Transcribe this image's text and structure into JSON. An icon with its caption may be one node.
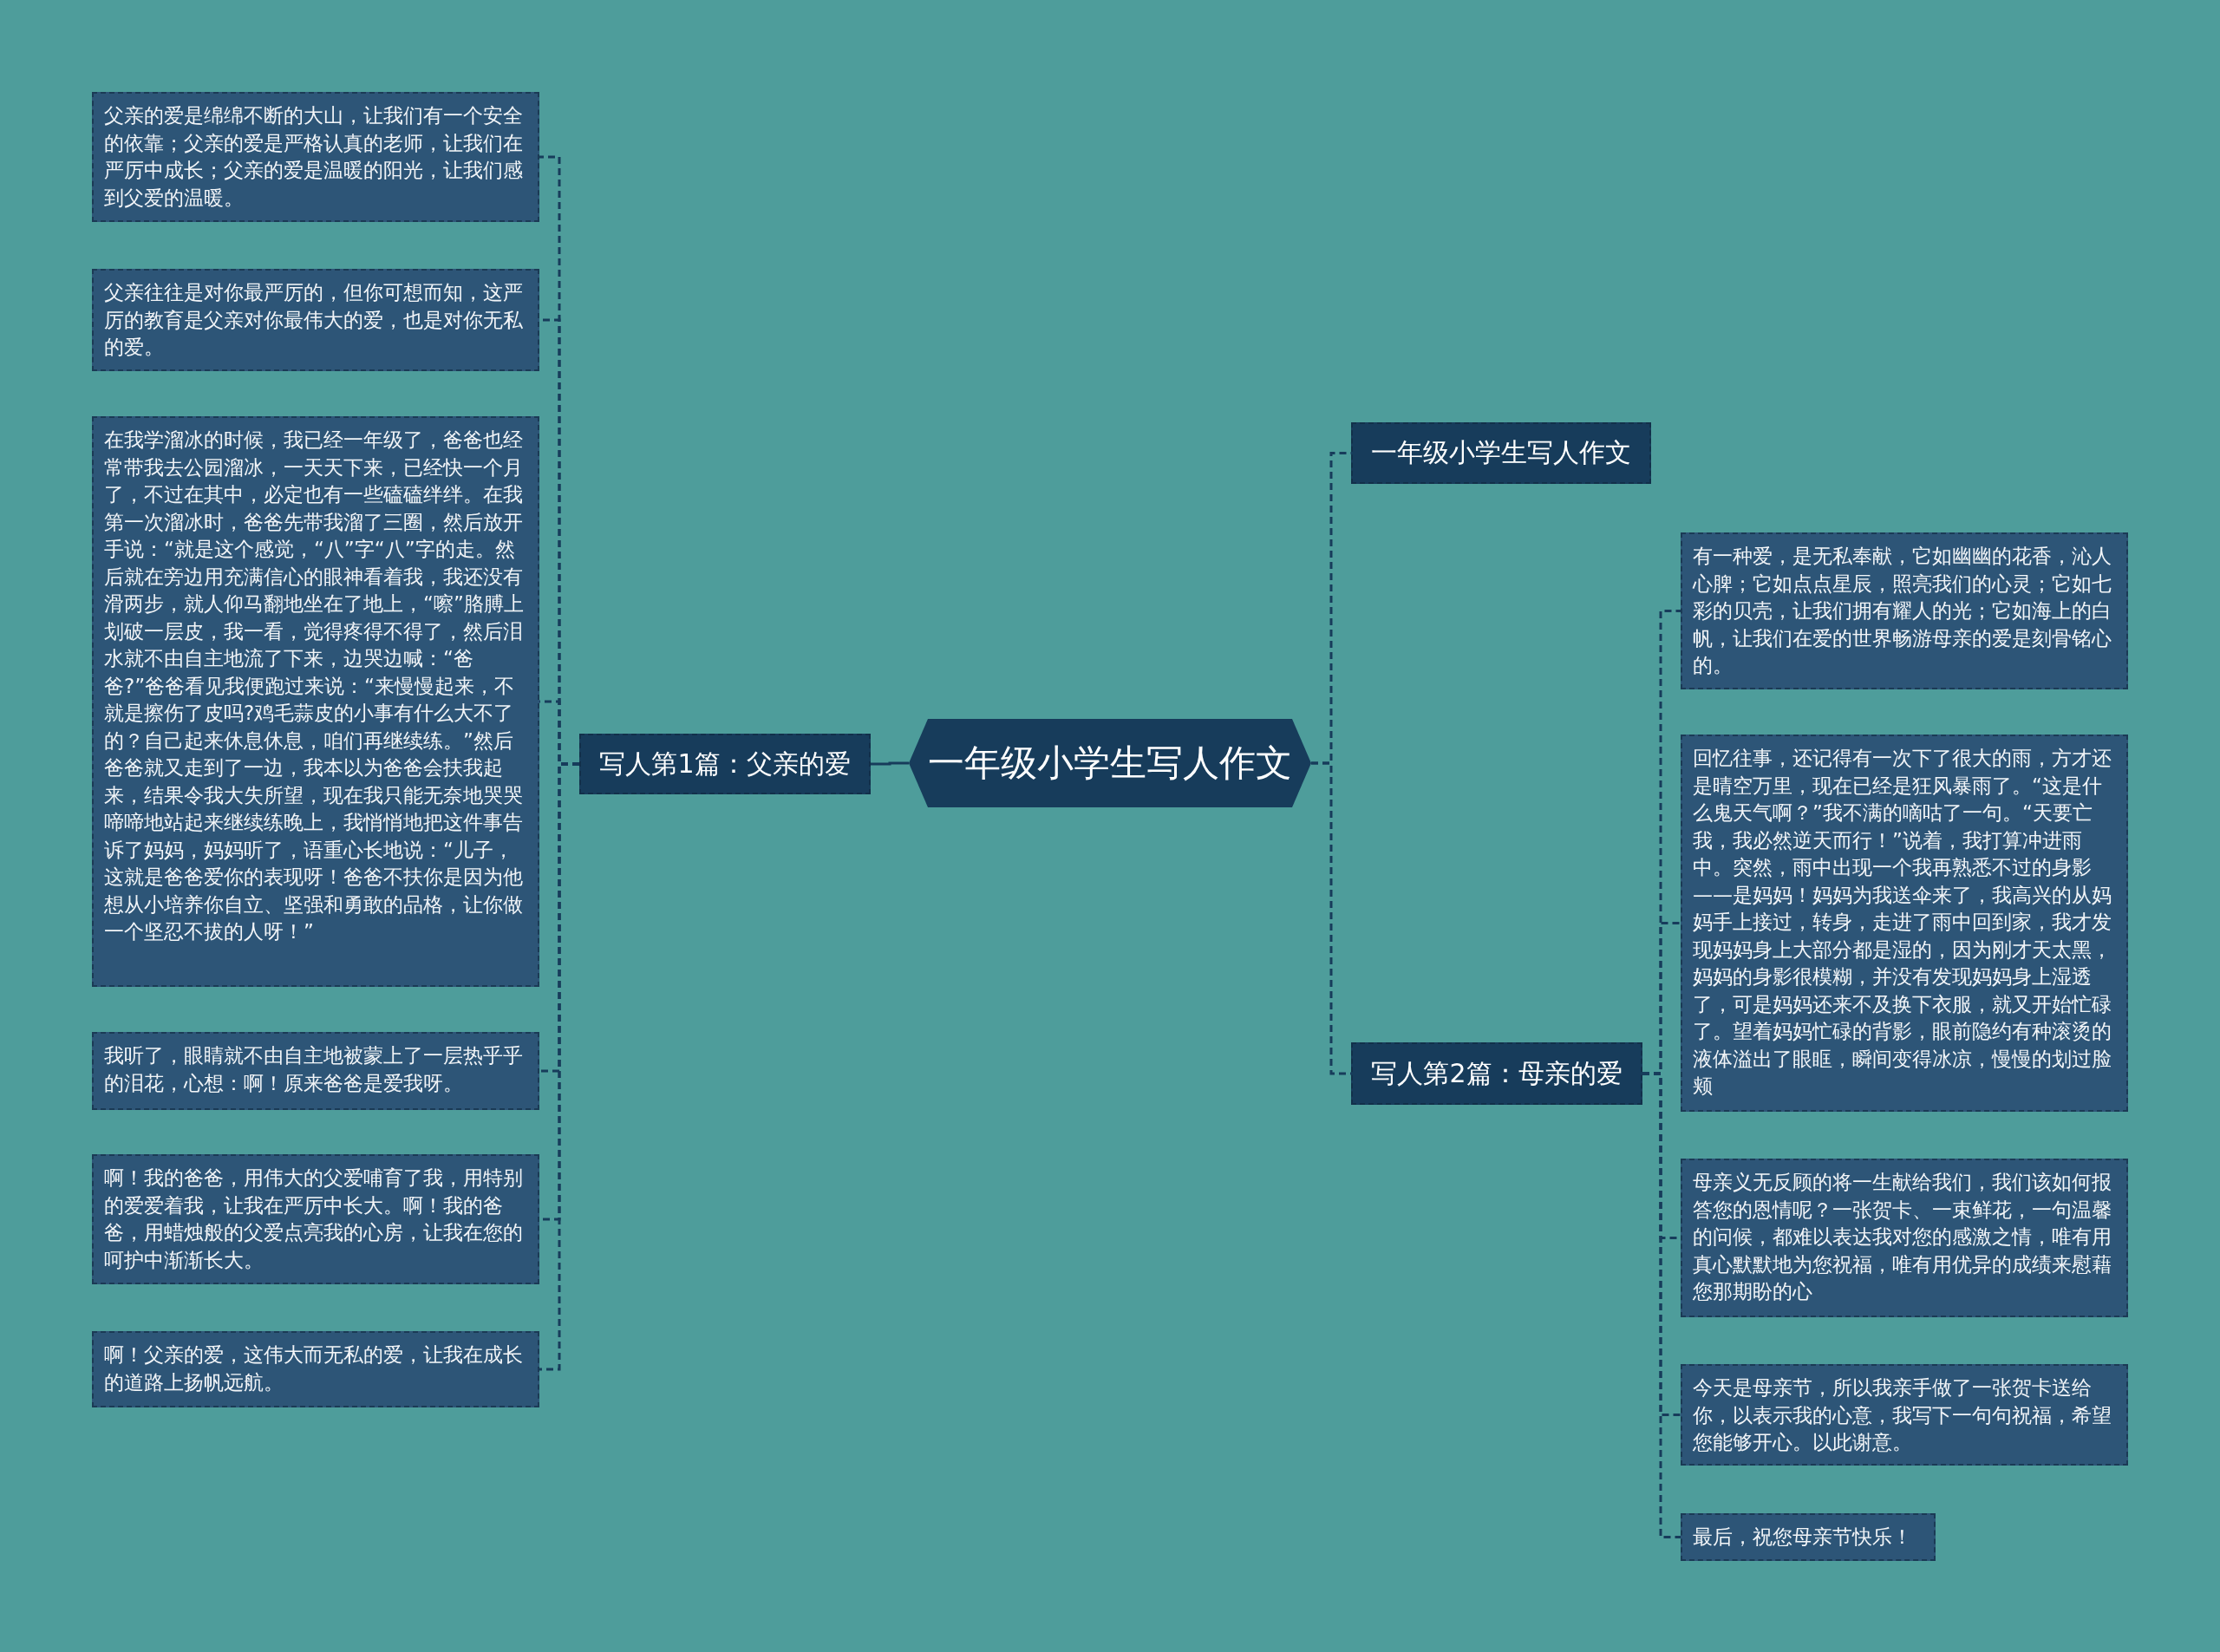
{
  "diagram": {
    "nodes": [
      {
        "text": [
          "一年级小学生写人作文"
        ]
      },
      {
        "text": [
          "写人第1篇：父亲的爱"
        ]
      },
      {
        "text": [
          "父亲的爱是绵绵不断的大山，让我们有一个安全的依靠；父亲的爱是严格认真的老师，让我们在严厉中成长；父亲的爱是温暖的阳光，让我们感到父爱的温暖。"
        ]
      },
      {
        "text": [
          "父亲往往是对你最严厉的，但你可想而知，这严厉的教育是父亲对你最伟大的爱，也是对你无私的爱。"
        ]
      },
      {
        "text": [
          "在我学溜冰的时候，我已经一年级了，爸爸也经常带我去公园溜冰，一天天下来，已经快一个月了，不过在其中，必定也有一些磕磕绊绊。在我第一次溜冰时，爸爸先带我溜了三圈，然后放开手说：“就是这个感觉，“八”字“八”字的走。然后就在旁边用充满信心的眼神看着我，我还没有滑两步，就人仰马翻地坐在了地上，“嚓”胳膊上划破一层皮，我一看，觉得疼得不得了，然后泪水就不由自主地流了下来，边哭边喊：“爸爸?”爸爸看见我便跑过来说：“来慢慢起来，不就是擦伤了皮吗?鸡毛蒜皮的小事有什么大不了的？自己起来休息休息，咱们再继续练。”然后爸爸就又走到了一边，我本以为爸爸会扶我起来，结果令我大失所望，现在我只能无奈地哭哭啼啼地站起来继续练晚上，我悄悄地把这件事告诉了妈妈，妈妈听了，语重心长地说：“儿子，这就是爸爸爱你的表现呀！爸爸不扶你是因为他想从小培养你自立、坚强和勇敢的品格，让你做一个坚忍不拔的人呀！”"
        ]
      },
      {
        "text": [
          "我听了，眼睛就不由自主地被蒙上了一层热乎乎的泪花，心想：啊！原来爸爸是爱我呀。"
        ]
      },
      {
        "text": [
          "啊！我的爸爸，用伟大的父爱哺育了我，用特别的爱爱着我，让我在严厉中长大。啊！我的爸爸，用蜡烛般的父爱点亮我的心房，让我在您的呵护中渐渐长大。"
        ]
      },
      {
        "text": [
          "啊！父亲的爱，这伟大而无私的爱，让我在成长的道路上扬帆远航。"
        ]
      },
      {
        "text": [
          "一年级小学生写人作文"
        ]
      },
      {
        "text": [
          "写人第2篇：母亲的爱"
        ]
      },
      {
        "text": [
          "有一种爱，是无私奉献，它如幽幽的花香，沁人心脾；它如点点星辰，照亮我们的心灵；它如七彩的贝壳，让我们拥有耀人的光；它如海上的白帆，让我们在爱的世界畅游母亲的爱是刻骨铭心的。"
        ]
      },
      {
        "text": [
          "回忆往事，还记得有一次下了很大的雨，方才还是晴空万里，现在已经是狂风暴雨了。“这是什么鬼天气啊？”我不满的嘀咕了一句。“天要亡我，我必然逆天而行！”说着，我打算冲进雨中。突然，雨中出现一个我再熟悉不过的身影——是妈妈！妈妈为我送伞来了，我高兴的从妈妈手上接过，转身，走进了雨中回到家，我才发现妈妈身上大部分都是湿的，因为刚才天太黑，妈妈的身影很模糊，并没有发现妈妈身上湿透了，可是妈妈还来不及换下衣服，就又开始忙碌了。望着妈妈忙碌的背影，眼前隐约有种滚烫的液体溢出了眼眶，瞬间变得冰凉，慢慢的划过脸颊"
        ]
      },
      {
        "text": [
          "母亲义无反顾的将一生献给我们，我们该如何报答您的恩情呢？一张贺卡、一束鲜花，一句温馨的问候，都难以表达我对您的感激之情，唯有用真心默默地为您祝福，唯有用优异的成绩来慰藉您那期盼的心"
        ]
      },
      {
        "text": [
          "今天是母亲节，所以我亲手做了一张贺卡送给你，以表示我的心意，我写下一句句祝福，希望您能够开心。以此谢意。"
        ]
      },
      {
        "text": [
          "最后，祝您母亲节快乐！"
        ]
      }
    ],
    "edges": [
      {
        "from": 0,
        "to": 1,
        "arrow": "none"
      },
      {
        "from": 1,
        "to": 2,
        "arrow": "none",
        "style": "dashed"
      },
      {
        "from": 1,
        "to": 3,
        "arrow": "none",
        "style": "dashed"
      },
      {
        "from": 1,
        "to": 4,
        "arrow": "none",
        "style": "dashed"
      },
      {
        "from": 1,
        "to": 5,
        "arrow": "none",
        "style": "dashed"
      },
      {
        "from": 1,
        "to": 6,
        "arrow": "none",
        "style": "dashed"
      },
      {
        "from": 1,
        "to": 7,
        "arrow": "none",
        "style": "dashed"
      },
      {
        "from": 0,
        "to": 8,
        "arrow": "none",
        "style": "dashed"
      },
      {
        "from": 0,
        "to": 9,
        "arrow": "none",
        "style": "dashed"
      },
      {
        "from": 9,
        "to": 10,
        "arrow": "none",
        "style": "dashed"
      },
      {
        "from": 9,
        "to": 11,
        "arrow": "none",
        "style": "dashed"
      },
      {
        "from": 9,
        "to": 12,
        "arrow": "none",
        "style": "dashed"
      },
      {
        "from": 9,
        "to": 13,
        "arrow": "none",
        "style": "dashed"
      },
      {
        "from": 9,
        "to": 14,
        "arrow": "none",
        "style": "dashed"
      }
    ]
  }
}
